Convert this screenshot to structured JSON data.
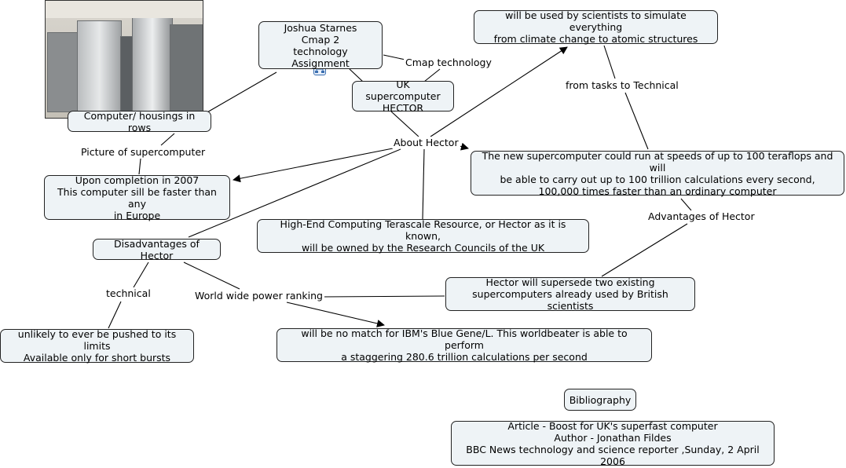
{
  "nodes": {
    "title": "Joshua Starnes\nCmap 2\ntechnology Assignment",
    "uk_supercomputer": "UK supercomputer\nHECTOR",
    "simulate": "will be used by scientists to simulate everything\nfrom climate change to atomic structures",
    "computer_housings": "Computer/ housings in rows",
    "completion": "Upon completion in 2007\nThis computer sill be faster than any\nin Europe",
    "speed": "The new supercomputer could run at speeds of up to 100 teraflops and will\nbe able to carry out up to 100 trillion calculations every second,\n100,000 times faster than an ordinary computer",
    "owned": "High-End Computing Terascale Resource, or Hector as it is known,\nwill be owned by the Research Councils of the UK",
    "disadvantages": "Disadvantages of Hector",
    "supersede": "Hector will supersede two existing\nsupercomputers already used by British scientists",
    "limits": "unlikely to ever be pushed to its limits\nAvailable only for short bursts",
    "blue_gene": "will be no match for IBM's Blue Gene/L. This worldbeater is able to perform\na staggering 280.6 trillion calculations per second",
    "bibliography": "Bibliography",
    "article": "Article - Boost for UK's superfast computer\nAuthor - Jonathan Fildes\nBBC News technology and science reporter ,Sunday, 2 April 2006"
  },
  "labels": {
    "cmap_technology": "Cmap technology",
    "from_tasks": "from tasks to Technical",
    "about_hector": "About Hector",
    "picture": "Picture of supercomputer",
    "advantages": "Advantages of Hector",
    "technical": "technical",
    "world_wide": "World wide power ranking"
  },
  "icons": {
    "photo": "supercomputer-photo",
    "submap": "concept-map-icon"
  },
  "colors": {
    "node_fill": "#eef3f6",
    "node_border": "#222222",
    "line": "#000000"
  }
}
